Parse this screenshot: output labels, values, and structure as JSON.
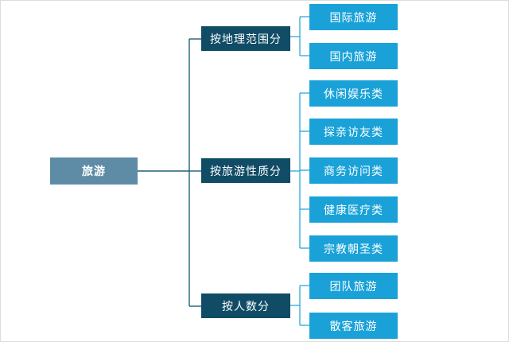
{
  "root": {
    "label": "旅游"
  },
  "categories": [
    {
      "label": "按地理范围分",
      "items": [
        "国际旅游",
        "国内旅游"
      ]
    },
    {
      "label": "按旅游性质分",
      "items": [
        "休闲娱乐类",
        "探亲访友类",
        "商务访问类",
        "健康医疗类",
        "宗教朝圣类"
      ]
    },
    {
      "label": "按人数分",
      "items": [
        "团队旅游",
        "散客旅游"
      ]
    }
  ],
  "colors": {
    "root": "#5e8ca6",
    "category": "#104c66",
    "leaf": "#1aa2d8",
    "connector": "#1f5f78"
  }
}
